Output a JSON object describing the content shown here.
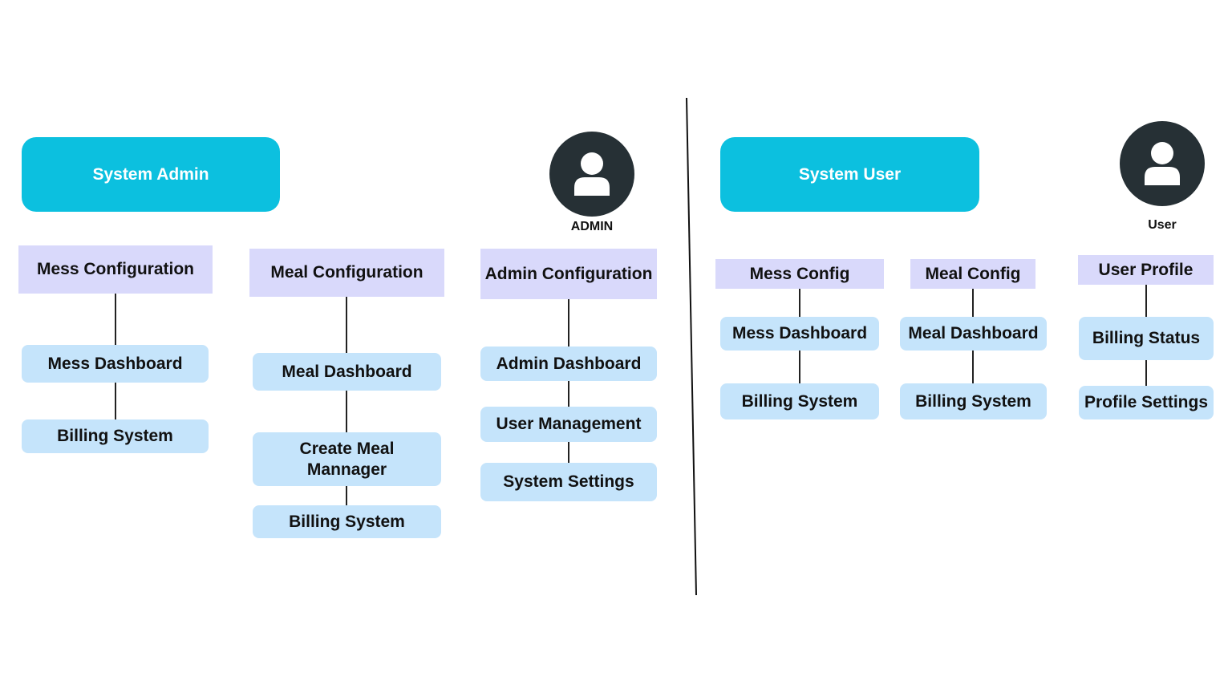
{
  "admin_side": {
    "role_label": "System Admin",
    "avatar_label": "ADMIN",
    "columns": [
      {
        "heading": "Mess Configuration",
        "items": [
          "Mess Dashboard",
          "Billing System"
        ]
      },
      {
        "heading": "Meal Configuration",
        "items": [
          "Meal Dashboard",
          "Create Meal Mannager",
          "Billing System"
        ]
      },
      {
        "heading": "Admin Configuration",
        "items": [
          "Admin Dashboard",
          "User Management",
          "System Settings"
        ]
      }
    ]
  },
  "user_side": {
    "role_label": "System User",
    "avatar_label": "User",
    "columns": [
      {
        "heading": "Mess Config",
        "items": [
          "Mess Dashboard",
          "Billing System"
        ]
      },
      {
        "heading": "Meal Config",
        "items": [
          "Meal Dashboard",
          "Billing System"
        ]
      },
      {
        "heading": "User Profile",
        "items": [
          "Billing Status",
          "Profile Settings"
        ]
      }
    ]
  },
  "colors": {
    "role_box": "#0cc0df",
    "heading_box": "#d9d9fb",
    "node_box": "#c5e4fb",
    "avatar": "#263035",
    "connector": "#222222"
  },
  "icons": {
    "avatar": "user-icon"
  }
}
